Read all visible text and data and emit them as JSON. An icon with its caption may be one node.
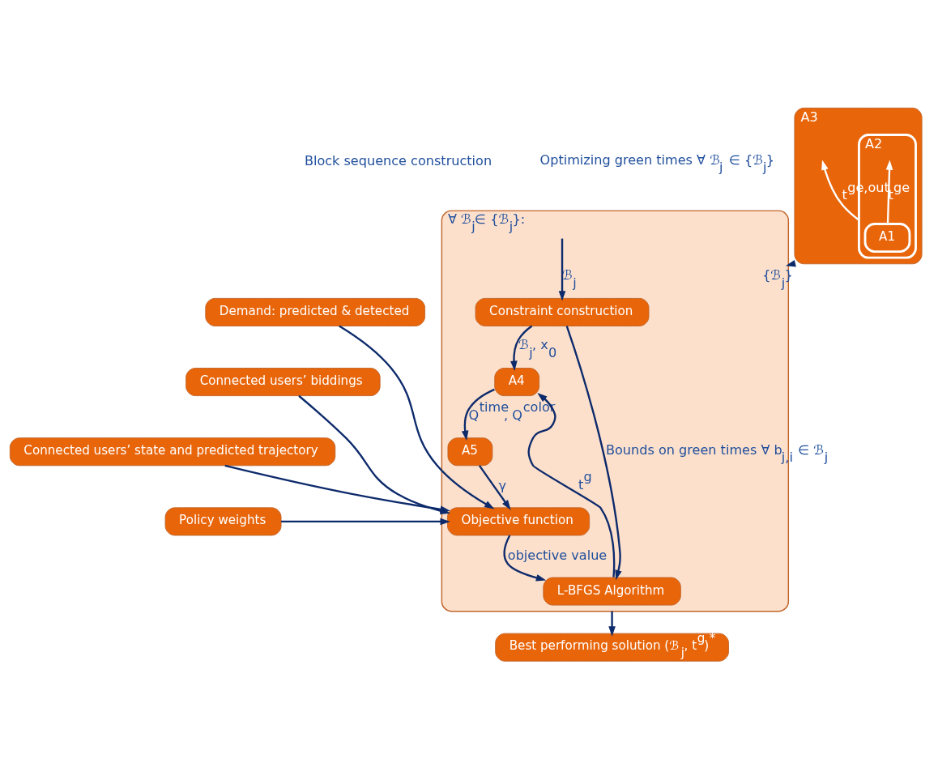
{
  "diagram": {
    "nodes": [
      {
        "text": [
          "A3"
        ]
      },
      {
        "text": [
          "A2"
        ],
        "in": 0
      },
      {
        "text": [
          "A1"
        ],
        "in": 1
      },
      {
        "text": [
          "∀ ℬ$_{j}$∈ {ℬ$_{j}$}:"
        ]
      },
      {
        "text": [
          "Constraint construction"
        ],
        "in": 3
      },
      {
        "text": [
          "A4"
        ],
        "in": 3
      },
      {
        "text": [
          "A5"
        ],
        "in": 3
      },
      {
        "text": [
          "Objective function"
        ],
        "in": 3
      },
      {
        "text": [
          "L-BFGS Algorithm"
        ],
        "in": 3
      },
      {
        "text": [
          "Demand: predicted & detected"
        ]
      },
      {
        "text": [
          "Connected users’ biddings"
        ]
      },
      {
        "text": [
          "Connected users’ state and predicted trajectory"
        ]
      },
      {
        "text": [
          "Policy weights"
        ]
      },
      {
        "text": [
          "Best performing solution (ℬ$_{j}$, t$^{g}$)$^{*}$"
        ]
      }
    ],
    "edges": [
      {
        "from": 2,
        "to": null,
        "arrow": "to",
        "label": "t$^{ge}$",
        "color": "#ffffff"
      },
      {
        "from": 1,
        "to": null,
        "arrow": "to",
        "label": "t$^{ge,out}$",
        "color": "#ffffff"
      },
      {
        "from": 0,
        "to": 3,
        "arrow": "to",
        "label": "{ℬ$_{j}$}"
      },
      {
        "from": null,
        "to": 4,
        "arrow": "to",
        "label": "ℬ$_{j}$"
      },
      {
        "from": 4,
        "to": 8,
        "arrow": "to",
        "label": "Bounds on green times ∀ b$_{j,i}$ ∈ ℬ$_{j}$"
      },
      {
        "from": 4,
        "to": 5,
        "arrow": "to",
        "label": "ℬ$_{j}$, x$_{0}$"
      },
      {
        "from": 8,
        "to": 5,
        "arrow": "to",
        "label": "t$^{g}$"
      },
      {
        "from": 5,
        "to": 6,
        "arrow": "to",
        "label": "Q$^{time}$, Q$^{color}$"
      },
      {
        "from": 6,
        "to": 7,
        "arrow": "to",
        "label": "γ"
      },
      {
        "from": 7,
        "to": 8,
        "arrow": "to",
        "label": "objective value"
      },
      {
        "from": 9,
        "to": 7,
        "arrow": "to"
      },
      {
        "from": 10,
        "to": 7,
        "arrow": "to"
      },
      {
        "from": 11,
        "to": 7,
        "arrow": "to"
      },
      {
        "from": 12,
        "to": 7,
        "arrow": "to"
      },
      {
        "from": 3,
        "to": 13,
        "arrow": "to"
      }
    ],
    "labels": [
      "Block sequence construction",
      "Optimizing green times ∀ ℬ$_{j}$ ∈ {ℬ$_{j}$}"
    ]
  }
}
